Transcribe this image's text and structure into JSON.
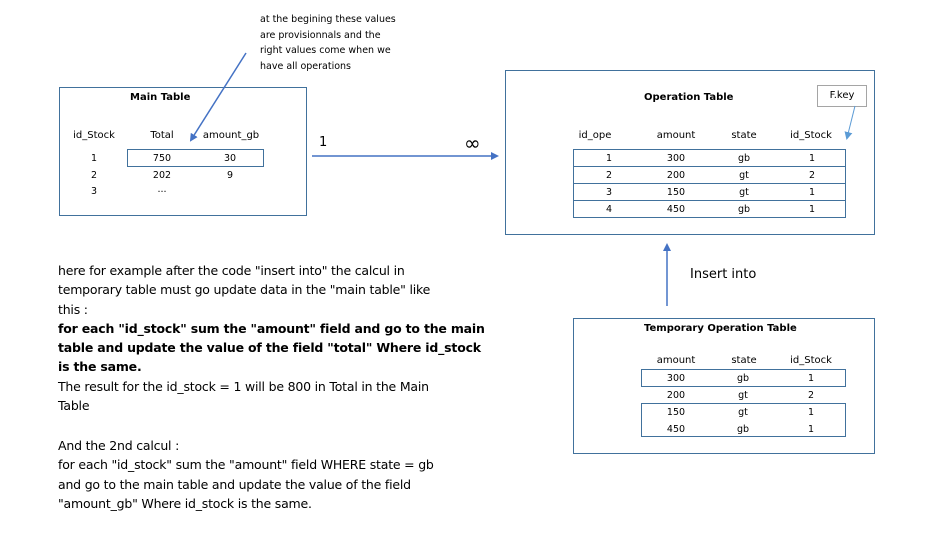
{
  "annotation": {
    "lines": [
      "at the begining these values",
      "are provisionnals and the",
      "right values come when we",
      "have all operations"
    ]
  },
  "main_table": {
    "title": "Main Table",
    "columns": [
      "id_Stock",
      "Total",
      "amount_gb"
    ],
    "rows": [
      [
        "1",
        "750",
        "30"
      ],
      [
        "2",
        "202",
        "9"
      ],
      [
        "3",
        "...",
        ""
      ]
    ]
  },
  "relationship": {
    "left_cardinality": "1",
    "right_cardinality": "∞"
  },
  "operation_table": {
    "title": "Operation Table",
    "fkey_label": "F.key",
    "columns": [
      "id_ope",
      "amount",
      "state",
      "id_Stock"
    ],
    "rows": [
      [
        "1",
        "300",
        "gb",
        "1"
      ],
      [
        "2",
        "200",
        "gt",
        "2"
      ],
      [
        "3",
        "150",
        "gt",
        "1"
      ],
      [
        "4",
        "450",
        "gb",
        "1"
      ]
    ]
  },
  "insert_label": "Insert into",
  "temp_table": {
    "title": "Temporary Operation Table",
    "columns": [
      "amount",
      "state",
      "id_Stock"
    ],
    "rows": [
      [
        "300",
        "gb",
        "1"
      ],
      [
        "200",
        "gt",
        "2"
      ],
      [
        "150",
        "gt",
        "1"
      ],
      [
        "450",
        "gb",
        "1"
      ]
    ]
  },
  "explanation": {
    "p1_lines": [
      "here for example after the code \"insert into\" the calcul in",
      "temporary table must go update data in the \"main table\" like",
      "this :"
    ],
    "p1_bold_lines": [
      "for each \"id_stock\" sum the \"amount\" field and go  to the main",
      "table and update the value of the field \"total\" Where id_stock",
      "is the same."
    ],
    "p1_result_lines": [
      "The result for the id_stock = 1 will be 800 in Total in the Main",
      "Table"
    ],
    "p2_lines": [
      "And the 2nd calcul :",
      "for each \"id_stock\" sum the \"amount\" field WHERE state = gb",
      "and go  to the main table and update the value of the field",
      "\"amount_gb\" Where id_stock is the same."
    ]
  },
  "colors": {
    "box_border": "#41719c",
    "arrow": "#4472c4",
    "fkey_arrow": "#5b9bd5",
    "fkey_border": "#a5a5a5"
  }
}
